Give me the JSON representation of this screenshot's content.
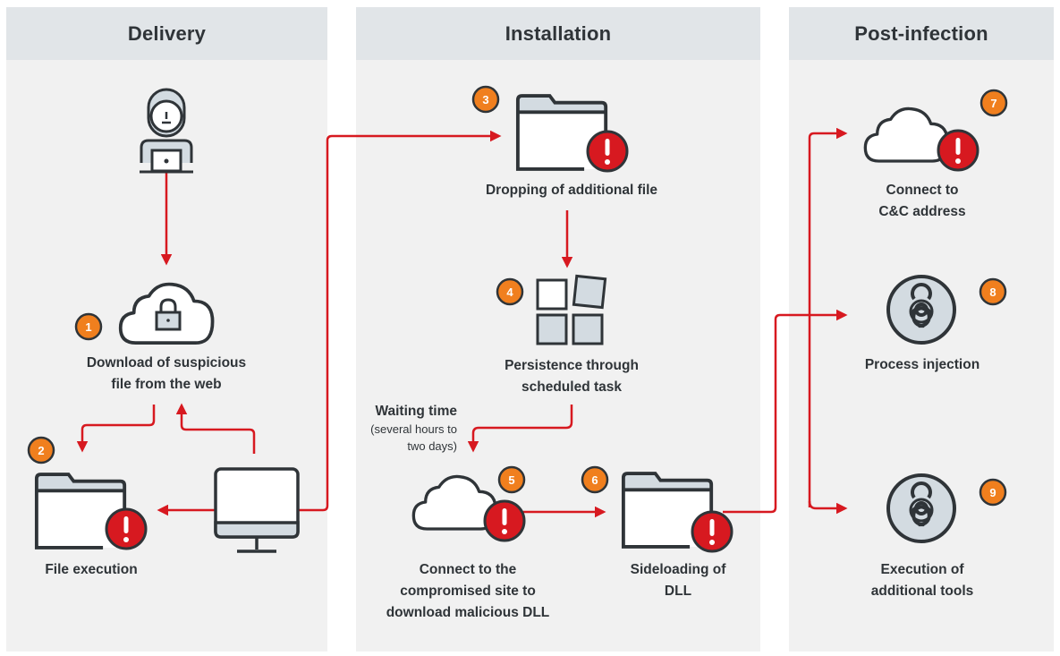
{
  "phases": [
    {
      "title": "Delivery"
    },
    {
      "title": "Installation"
    },
    {
      "title": "Post-infection"
    }
  ],
  "steps": [
    {
      "number": "1",
      "icon": "cloud-lock-icon",
      "label_lines": [
        "Download of suspicious",
        "file from the web"
      ]
    },
    {
      "number": "2",
      "icon": "folder-alert-icon",
      "label_lines": [
        "File execution"
      ]
    },
    {
      "number": "3",
      "icon": "folder-alert-icon",
      "label_lines": [
        "Dropping of additional file"
      ]
    },
    {
      "number": "4",
      "icon": "scheduled-task-grid-icon",
      "label_lines": [
        "Persistence through",
        "scheduled task"
      ]
    },
    {
      "number": "5",
      "icon": "cloud-alert-icon",
      "label_lines": [
        "Connect to the",
        "compromised site to",
        "download malicious DLL"
      ]
    },
    {
      "number": "6",
      "icon": "folder-alert-icon",
      "label_lines": [
        "Sideloading of",
        "DLL"
      ]
    },
    {
      "number": "7",
      "icon": "cloud-alert-icon",
      "label_lines": [
        "Connect to",
        "C&C address"
      ]
    },
    {
      "number": "8",
      "icon": "biohazard-icon",
      "label_lines": [
        "Process injection"
      ]
    },
    {
      "number": "9",
      "icon": "biohazard-icon",
      "label_lines": [
        "Execution of",
        "additional tools"
      ]
    }
  ],
  "actors": {
    "attacker": {
      "icon": "hacker-laptop-icon"
    },
    "victim": {
      "icon": "desktop-computer-icon"
    }
  },
  "waiting_note": {
    "title": "Waiting time",
    "subtitle_lines": [
      "(several hours to",
      "two days)"
    ]
  },
  "colors": {
    "arrow": "#d71920",
    "badge": "#f07f1e",
    "alert": "#d71920",
    "outline": "#2f3438",
    "icon_fill": "#d3dbe1",
    "panel_bg": "#f1f1f1",
    "header_bg": "#e1e5e8"
  }
}
